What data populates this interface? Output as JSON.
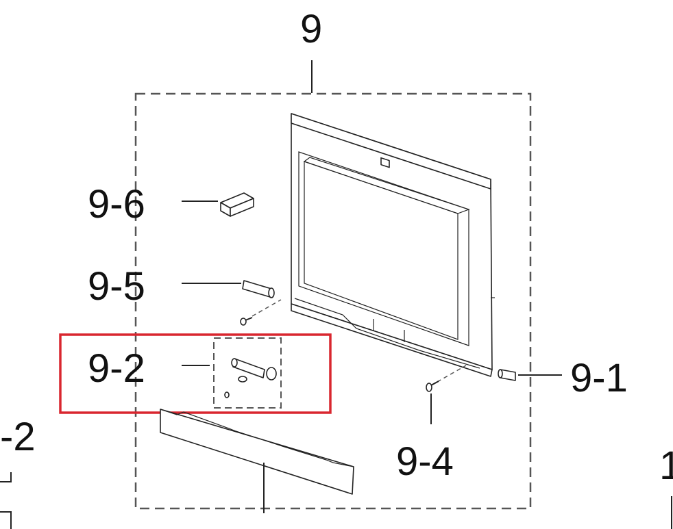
{
  "diagram": {
    "labels": {
      "assembly": "9",
      "p9_1": "9-1",
      "p9_2": "9-2",
      "p9_4": "9-4",
      "p9_5": "9-5",
      "p9_6": "9-6",
      "left_partial": "-2",
      "right_partial": "1"
    },
    "colors": {
      "highlight": "#d9262f",
      "line": "#222222",
      "dashed_box": "#555555"
    }
  }
}
